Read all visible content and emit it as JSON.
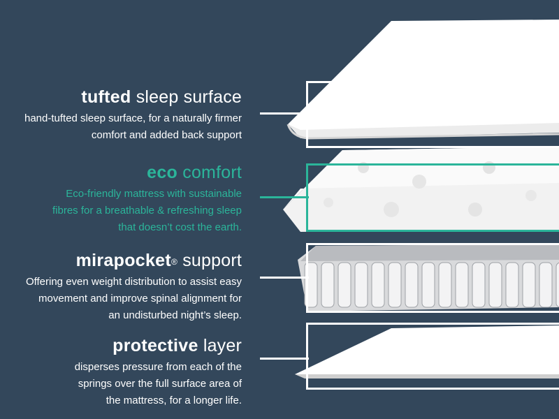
{
  "layers": [
    {
      "bold": "tufted",
      "light": "sleep surface",
      "sup": "",
      "desc": [
        "hand-tufted sleep surface, for a naturally firmer",
        "comfort and added back support"
      ]
    },
    {
      "bold": "eco",
      "light": "comfort",
      "sup": "",
      "desc": [
        "Eco-friendly mattress with sustainable",
        "fibres for a breathable & refreshing sleep",
        "that doesn’t cost the earth."
      ]
    },
    {
      "bold": "mirapocket",
      "light": "support",
      "sup": "®",
      "desc": [
        "Offering even weight distribution to assist easy",
        "movement and improve spinal alignment for",
        "an undisturbed night’s sleep."
      ]
    },
    {
      "bold": "protective",
      "light": "layer",
      "sup": "",
      "desc": [
        "disperses pressure from each of the",
        "springs over the full surface area of",
        "the mattress, for a longer life."
      ]
    }
  ],
  "colors": {
    "background": "#33475b",
    "accent": "#2bb59a",
    "text": "#ffffff"
  }
}
